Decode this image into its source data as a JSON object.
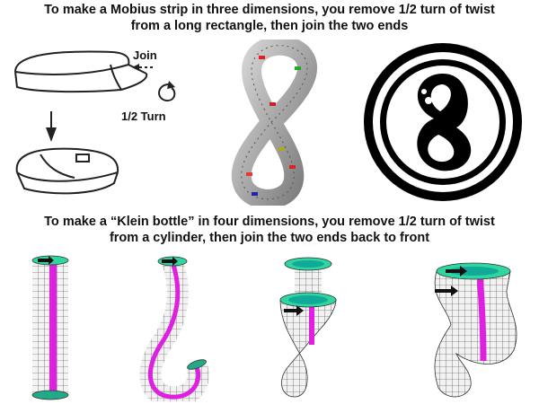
{
  "captions": {
    "mobius_line1": "To make a Mobius strip in three dimensions, you remove 1/2 turn of twist",
    "mobius_line2": "from a long rectangle, then join the two ends",
    "klein_line1": "To  make a “Klein bottle” in four dimensions, you remove 1/2 turn of twist",
    "klein_line2": "from a cylinder, then join the two ends back to front"
  },
  "sketch_labels": {
    "join": "Join",
    "half_turn": "1/2 Turn"
  },
  "colors": {
    "magenta_stripe": "#e020e0",
    "green_rim": "#2fd6a0",
    "grid_line": "#333333",
    "background": "#ffffff"
  },
  "icons": [
    "mobius-sketch-icon",
    "figure-eight-track-icon",
    "mobius-logo-icon",
    "cylinder-icon",
    "bent-tube-icon",
    "intersecting-tube-icon",
    "klein-bottle-icon"
  ]
}
